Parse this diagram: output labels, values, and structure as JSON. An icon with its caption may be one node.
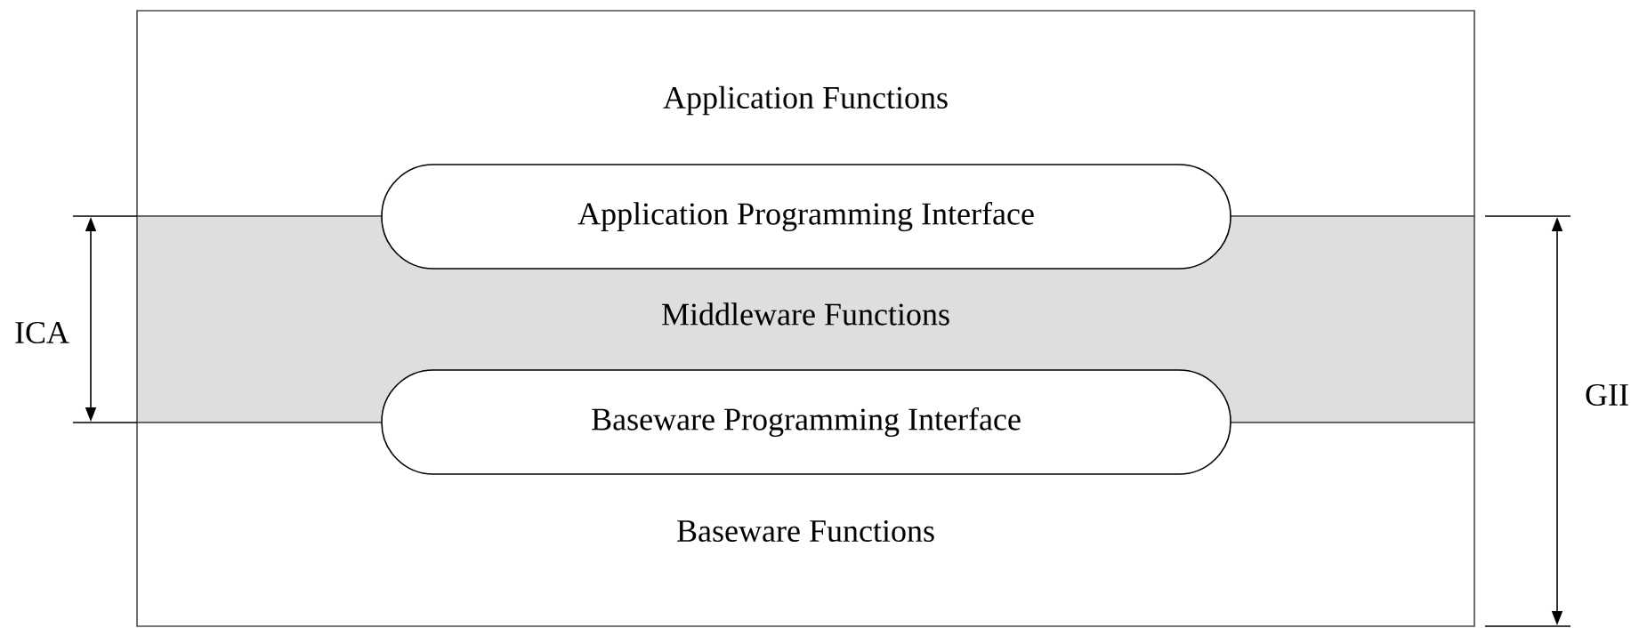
{
  "diagram": {
    "nodes": [
      {
        "text": [
          "Application Functions"
        ]
      },
      {
        "text": [
          "Application Programming Interface"
        ]
      },
      {
        "text": [
          "Middleware Functions"
        ]
      },
      {
        "text": [
          "Baseware Programming Interface"
        ]
      },
      {
        "text": [
          "Baseware Functions"
        ]
      }
    ],
    "labels": [
      "ICA",
      "GII"
    ]
  }
}
